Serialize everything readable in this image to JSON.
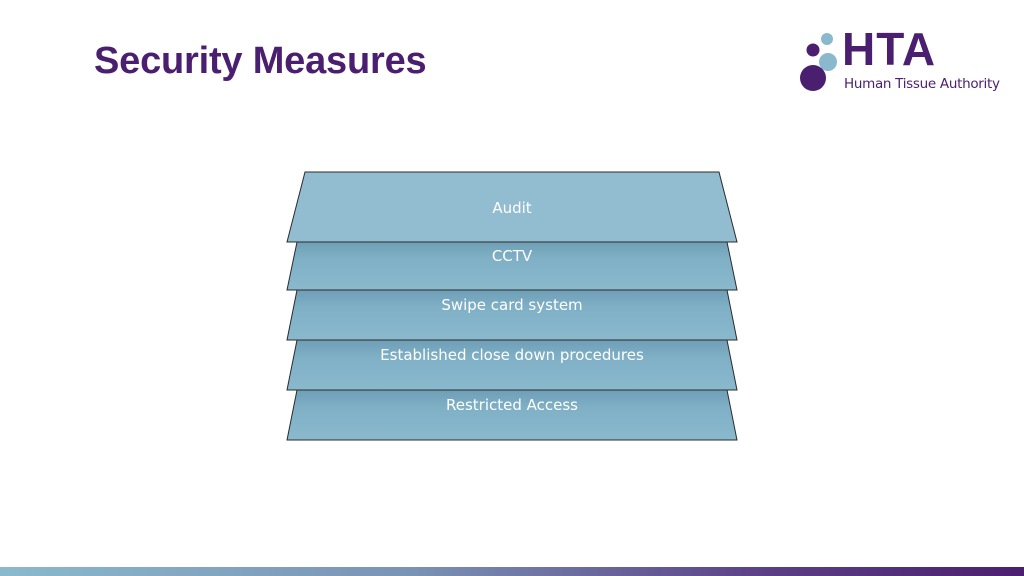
{
  "slide": {
    "title": "Security Measures"
  },
  "logo": {
    "wordmark": "HTA",
    "subtitle": "Human Tissue Authority"
  },
  "layers": [
    {
      "label": "Audit"
    },
    {
      "label": "CCTV"
    },
    {
      "label": "Swipe card system"
    },
    {
      "label": "Established close down procedures"
    },
    {
      "label": "Restricted Access"
    }
  ],
  "colors": {
    "title": "#4b1f6f",
    "layer_fill": "#7fb0c6",
    "layer_top_fill": "#92bccf",
    "layer_stroke": "#2b2b2b"
  }
}
